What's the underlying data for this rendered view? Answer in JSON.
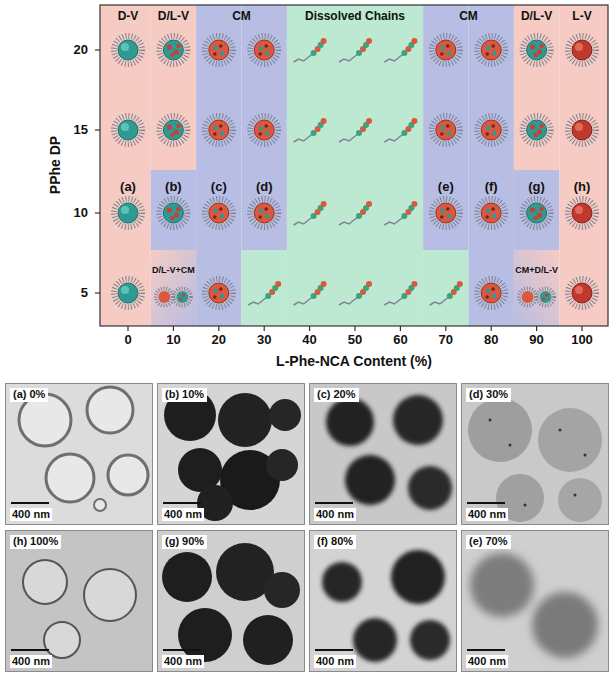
{
  "diagram": {
    "nodes": [
      {
        "text": [
          "(a) 0%",
          "400 nm"
        ]
      },
      {
        "text": [
          "(b) 10%",
          "400 nm"
        ]
      },
      {
        "text": [
          "(c) 20%",
          "400 nm"
        ]
      },
      {
        "text": [
          "(d) 30%",
          "400 nm"
        ]
      },
      {
        "text": [
          "(h) 100%",
          "400 nm"
        ]
      },
      {
        "text": [
          "(g) 90%",
          "400 nm"
        ]
      },
      {
        "text": [
          "(f) 80%",
          "400 nm"
        ]
      },
      {
        "text": [
          "(e) 70%",
          "400 nm"
        ]
      }
    ],
    "labels": [
      "D-V",
      "D/L-V",
      "CM",
      "Dissolved Chains",
      "CM",
      "D/L-V",
      "L-V",
      "PPhe DP",
      "20",
      "15",
      "10",
      "5",
      "(a)",
      "(b)",
      "(c)",
      "(d)",
      "(e)",
      "(f)",
      "(g)",
      "(h)",
      "D/L-V+CM",
      "CM+D/L-V",
      "0",
      "10",
      "20",
      "30",
      "40",
      "50",
      "60",
      "70",
      "80",
      "90",
      "100",
      "L-Phe-NCA Content (%)"
    ]
  }
}
